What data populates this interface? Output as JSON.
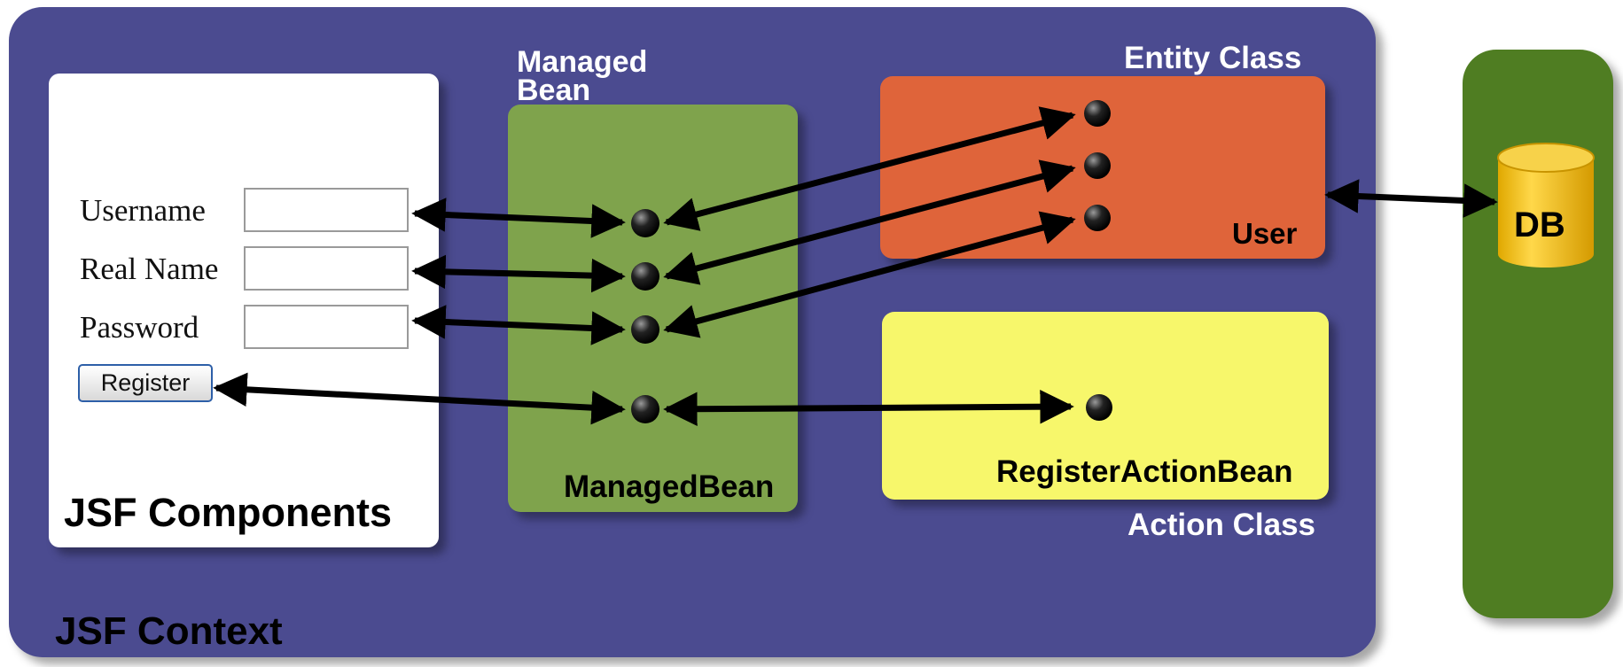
{
  "context": {
    "label": "JSF Context"
  },
  "jsf_components": {
    "title": "JSF Components",
    "fields": [
      {
        "label": "Username",
        "value": ""
      },
      {
        "label": "Real Name",
        "value": ""
      },
      {
        "label": "Password",
        "value": ""
      }
    ],
    "button_label": "Register"
  },
  "managed_bean": {
    "caption_line1": "Managed",
    "caption_line2": "Bean",
    "name": "ManagedBean"
  },
  "entity": {
    "caption": "Entity Class",
    "name": "User"
  },
  "action": {
    "name": "RegisterActionBean",
    "caption": "Action Class"
  },
  "database": {
    "label": "DB"
  },
  "colors": {
    "context": "#4b4b90",
    "managed_bean": "#7fa34c",
    "entity": "#df643a",
    "action": "#f7f76b",
    "database_column": "#4f7d22",
    "db_cylinder": "#f2c21a"
  }
}
